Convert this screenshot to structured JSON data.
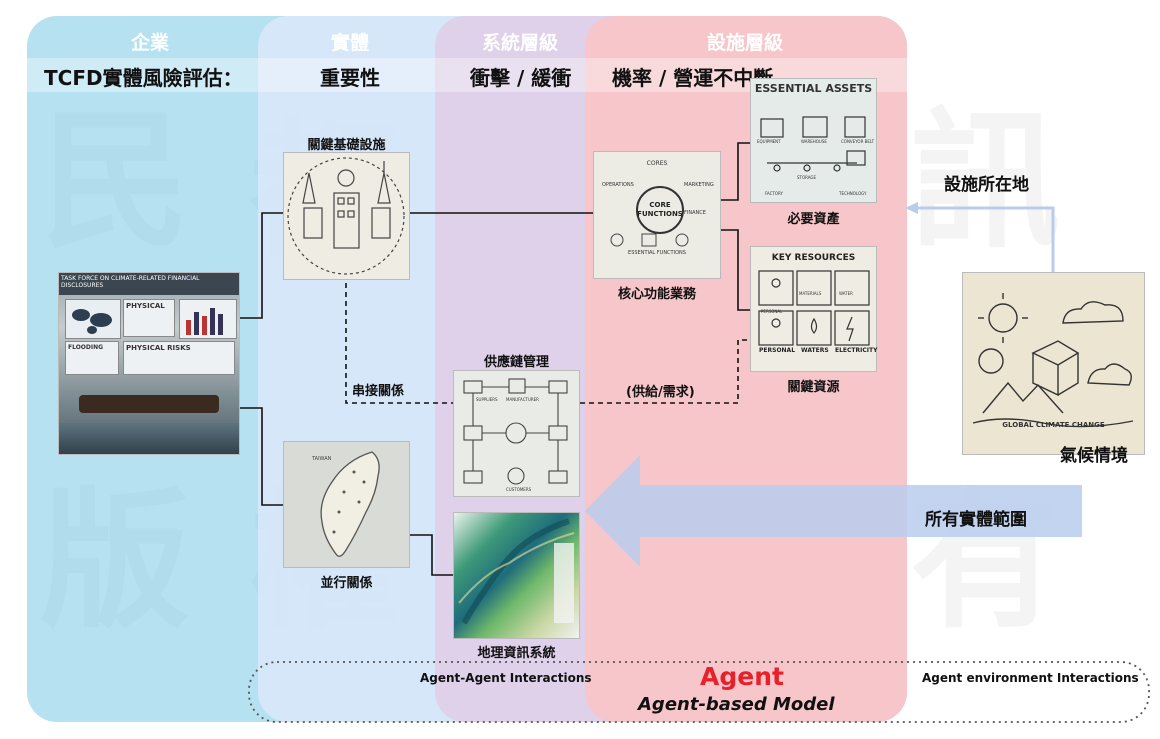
{
  "columns": {
    "enterprise": "企業",
    "entity": "實體",
    "system": "系統層級",
    "facility": "設施層級"
  },
  "subheads": {
    "tcfd": "TCFD實體風險評估：",
    "importance": "重要性",
    "impact": "衝擊 / 緩衝",
    "probability": "機率 / 營運不中斷"
  },
  "nodes": {
    "critical_infra": "關鍵基礎設施",
    "core_functions": "核心功能業務",
    "essential_assets": "必要資產",
    "key_resources": "關鍵資源",
    "supply_chain": "供應鏈管理",
    "parallel": "並行關係",
    "gis": "地理資訊系統",
    "climate": "氣候情境"
  },
  "edges": {
    "serial": "串接關係",
    "supply_demand": "(供給/需求)"
  },
  "arrows": {
    "facility_location": "設施所在地",
    "all_entities": "所有實體範圍"
  },
  "footer": {
    "agent_agent": "Agent-Agent Interactions",
    "agent": "Agent",
    "agent_model": "Agent-based Model",
    "agent_env": "Agent environment Interactions"
  },
  "image_text": {
    "office_title": "TASK FORCE ON CLIMATE-RELATED FINANCIAL DISCLOSURES",
    "office_physical": "PHYSICAL",
    "office_risks": "PHYSICAL RISKS",
    "office_flooding": "FLOODING",
    "core_title": "CORE FUNCTIONS",
    "core_cores": "CORES",
    "core_operations": "OPERATIONS",
    "core_marketing": "MARKETING",
    "core_finance": "FINANCE",
    "core_essential": "ESSENTIAL FUNCTIONS",
    "assets_title": "ESSENTIAL ASSETS",
    "assets_equipment": "EQUIPMENT",
    "assets_warehouse": "WAREHOUSE",
    "assets_conveyor": "CONVEYOR BELT",
    "assets_storage": "STORAGE",
    "assets_factory": "FACTORY",
    "assets_technology": "TECHNOLOGY",
    "kr_title": "KEY RESOURCES",
    "kr_materials": "MATERIALS",
    "kr_water": "WATER",
    "kr_personal": "PERSONAL",
    "kr_waters": "WATERS",
    "kr_electricity": "ELECTRICITY",
    "sc_supplier": "SUPPLIERS",
    "sc_manufacturer": "MANUFACTURER",
    "sc_customers": "CUSTOMERS",
    "map_taiwan": "TAIWAN",
    "climate_global": "GLOBAL CLIMATE CHANGE"
  },
  "watermark": [
    "民",
    "都",
    "資",
    "訊",
    "版",
    "權",
    "所",
    "有"
  ]
}
